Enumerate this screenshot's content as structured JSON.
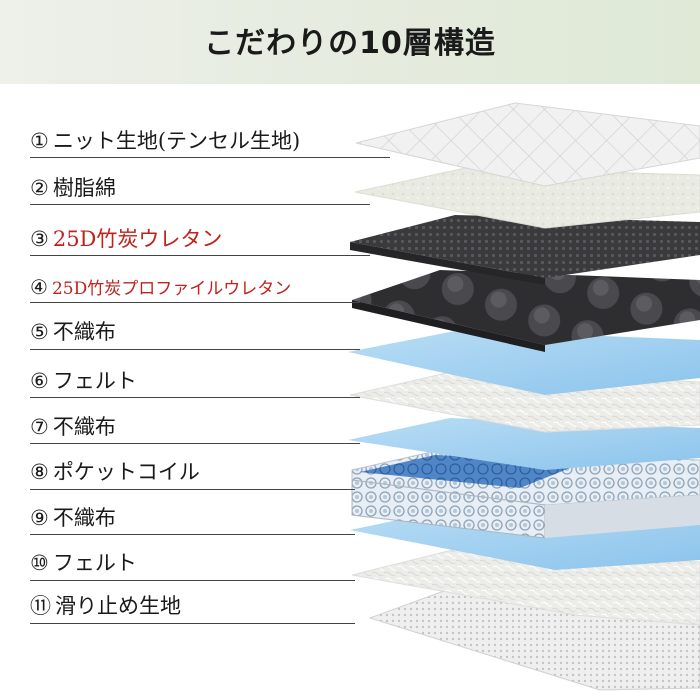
{
  "header": {
    "title": "こだわりの10層構造",
    "background_color": "#e3ebdb"
  },
  "layers": [
    {
      "num": "①",
      "name": "ニット生地(テンセル生地)",
      "color": "#1a1a1a",
      "highlight": false
    },
    {
      "num": "②",
      "name": "樹脂綿",
      "color": "#1a1a1a",
      "highlight": false
    },
    {
      "num": "③",
      "name": "25D竹炭ウレタン",
      "color": "#c0221c",
      "highlight": true
    },
    {
      "num": "④",
      "name": "25D竹炭プロファイルウレタン",
      "color": "#c0221c",
      "highlight": true
    },
    {
      "num": "⑤",
      "name": "不織布",
      "color": "#1a1a1a",
      "highlight": false
    },
    {
      "num": "⑥",
      "name": "フェルト",
      "color": "#1a1a1a",
      "highlight": false
    },
    {
      "num": "⑦",
      "name": "不織布",
      "color": "#1a1a1a",
      "highlight": false
    },
    {
      "num": "⑧",
      "name": "ポケットコイル",
      "color": "#1a1a1a",
      "highlight": false
    },
    {
      "num": "⑨",
      "name": "不織布",
      "color": "#1a1a1a",
      "highlight": false
    },
    {
      "num": "⑩",
      "name": "フェルト",
      "color": "#1a1a1a",
      "highlight": false
    },
    {
      "num": "⑪",
      "name": "滑り止め生地",
      "color": "#1a1a1a",
      "highlight": false
    }
  ],
  "accent_color": "#c0221c"
}
